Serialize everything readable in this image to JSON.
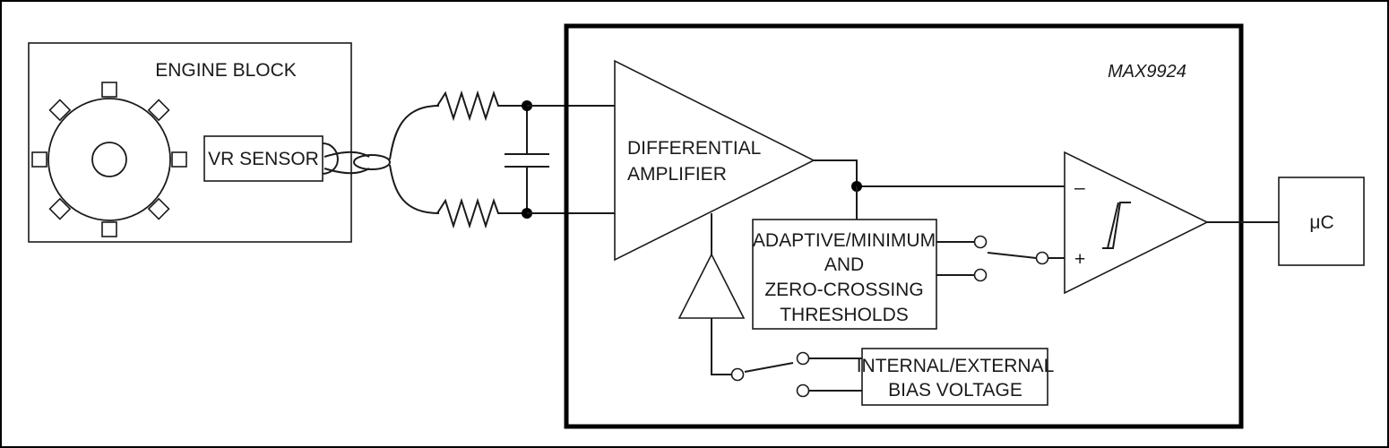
{
  "engine_block": {
    "label": "ENGINE BLOCK"
  },
  "vr_sensor": {
    "label": "VR SENSOR"
  },
  "chip": {
    "label": "MAX9924"
  },
  "differential_amplifier": {
    "line1": "DIFFERENTIAL",
    "line2": "AMPLIFIER"
  },
  "thresholds": {
    "line1": "ADAPTIVE/MINIMUM",
    "line2": "AND",
    "line3": "ZERO-CROSSING",
    "line4": "THRESHOLDS"
  },
  "bias": {
    "line1": "INTERNAL/EXTERNAL",
    "line2": "BIAS VOLTAGE"
  },
  "comparator": {
    "minus": "–",
    "plus": "+"
  },
  "microcontroller": {
    "label": "μC"
  }
}
